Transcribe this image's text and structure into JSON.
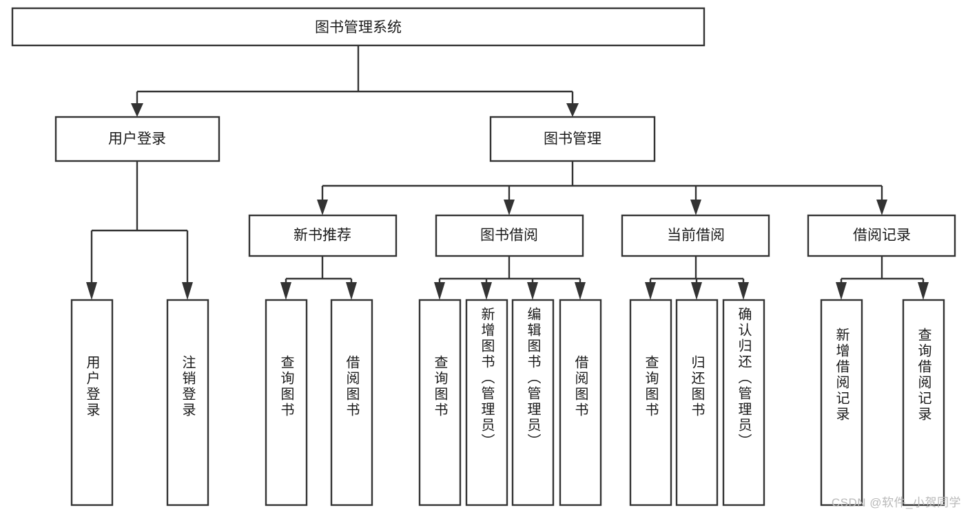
{
  "diagram": {
    "title": "图书管理系统",
    "type": "tree-hierarchy-diagram",
    "watermark": "CSDN @软件_小贺同学",
    "root": {
      "id": "root",
      "label": "图书管理系统"
    },
    "level2": [
      {
        "id": "user-login",
        "label": "用户登录"
      },
      {
        "id": "book-management",
        "label": "图书管理"
      }
    ],
    "level3": [
      {
        "id": "new-book-recommend",
        "label": "新书推荐",
        "parent": "book-management"
      },
      {
        "id": "book-borrow",
        "label": "图书借阅",
        "parent": "book-management"
      },
      {
        "id": "current-borrow",
        "label": "当前借阅",
        "parent": "book-management"
      },
      {
        "id": "borrow-record",
        "label": "借阅记录",
        "parent": "book-management"
      }
    ],
    "leaves": {
      "user_login": [
        {
          "id": "leaf-user-login",
          "label": "用户登录"
        },
        {
          "id": "leaf-user-logout",
          "label": "注销登录"
        }
      ],
      "new_book_recommend": [
        {
          "id": "leaf-query-book-1",
          "label": "查询图书"
        },
        {
          "id": "leaf-borrow-book-1",
          "label": "借阅图书"
        }
      ],
      "book_borrow": [
        {
          "id": "leaf-query-book-2",
          "label": "查询图书"
        },
        {
          "id": "leaf-add-book",
          "label": "新增图书（管理员）"
        },
        {
          "id": "leaf-edit-book",
          "label": "编辑图书（管理员）"
        },
        {
          "id": "leaf-borrow-book-2",
          "label": "借阅图书"
        }
      ],
      "current_borrow": [
        {
          "id": "leaf-query-book-3",
          "label": "查询图书"
        },
        {
          "id": "leaf-return-book",
          "label": "归还图书"
        },
        {
          "id": "leaf-confirm-return",
          "label": "确认归还（管理员）"
        }
      ],
      "borrow_record": [
        {
          "id": "leaf-add-record",
          "label": "新增借阅记录"
        },
        {
          "id": "leaf-query-record",
          "label": "查询借阅记录"
        }
      ]
    },
    "colors": {
      "box_stroke": "#333333",
      "box_fill": "#ffffff",
      "text": "#1a1a1a",
      "watermark": "#b9b9b9",
      "background": "#ffffff"
    }
  }
}
